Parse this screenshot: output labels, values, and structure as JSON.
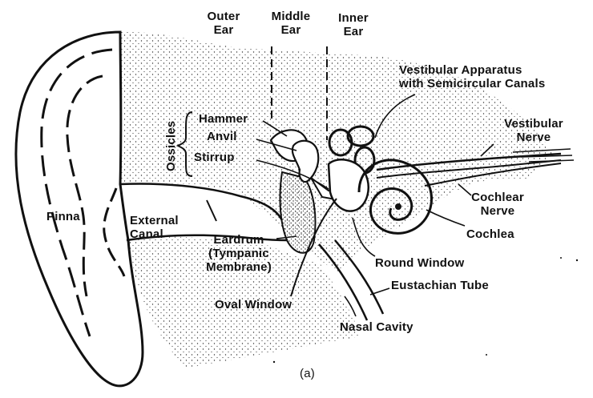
{
  "diagram": {
    "regions": {
      "outer_ear": [
        "Outer",
        "Ear"
      ],
      "middle_ear": [
        "Middle",
        "Ear"
      ],
      "inner_ear": [
        "Inner",
        "Ear"
      ]
    },
    "labels": {
      "vestibular_apparatus": [
        "Vestibular Apparatus",
        "with Semicircular Canals"
      ],
      "vestibular_nerve": [
        "Vestibular",
        "Nerve"
      ],
      "cochlear_nerve": [
        "Cochlear",
        "Nerve"
      ],
      "cochlea": "Cochlea",
      "ossicles": "Ossicles",
      "hammer": "Hammer",
      "anvil": "Anvil",
      "stirrup": "Stirrup",
      "pinna": "Pinna",
      "external_canal": [
        "External",
        "Canal"
      ],
      "eardrum": [
        "Eardrum",
        "(Tympanic",
        "Membrane)"
      ],
      "oval_window": "Oval Window",
      "round_window": "Round Window",
      "eustachian_tube": "Eustachian Tube",
      "nasal_cavity": "Nasal Cavity"
    },
    "caption": "(a)"
  }
}
